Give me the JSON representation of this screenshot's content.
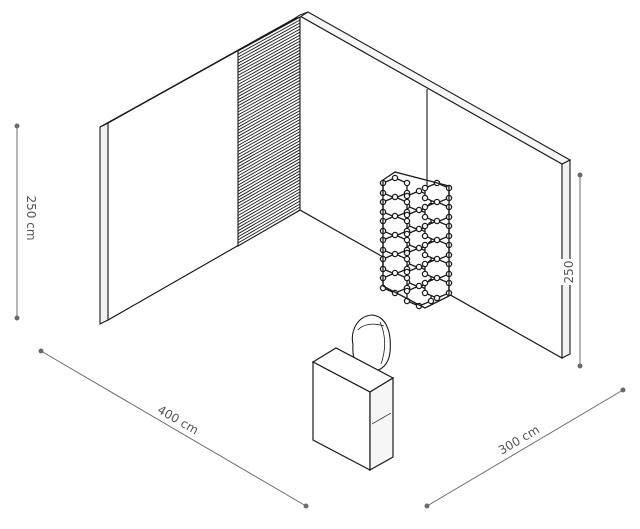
{
  "dimensions": {
    "height_left": "250 cm",
    "width_left": "400 cm",
    "width_right": "300 cm",
    "height_right": "250"
  },
  "colors": {
    "line": "#1a1a1a",
    "dimension": "#6b6b6b",
    "dimension_text": "#555555",
    "background": "#ffffff"
  }
}
